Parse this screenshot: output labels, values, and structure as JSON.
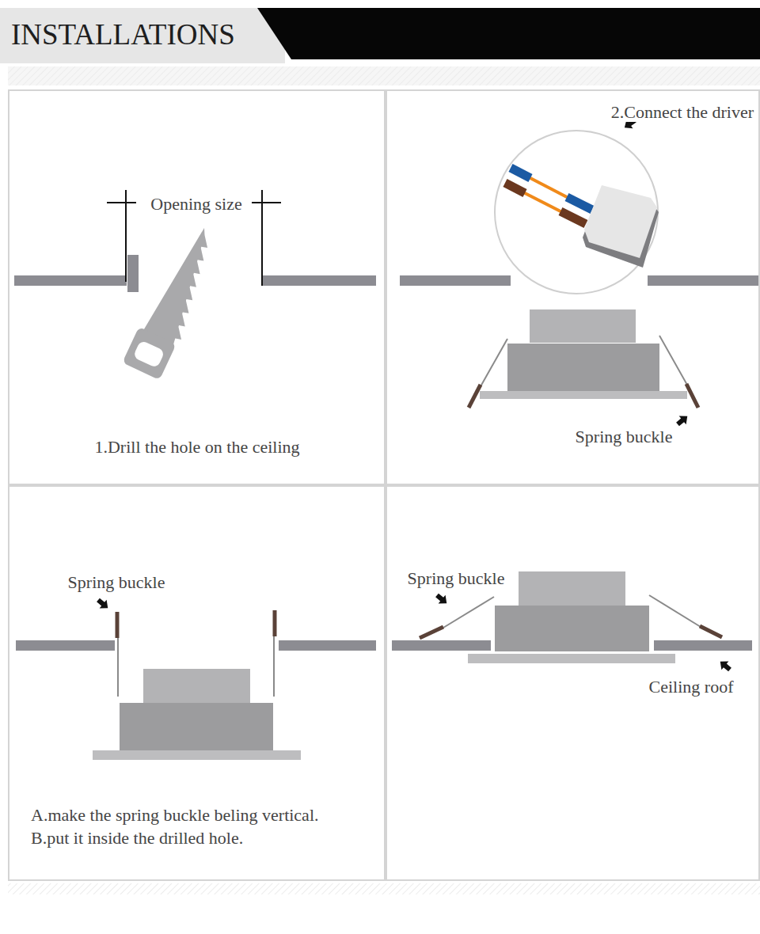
{
  "diagram": {
    "title": "INSTALLATIONS",
    "nodes": [
      {
        "text": [
          "Opening size",
          "1.Drill the hole on the ceiling"
        ]
      },
      {
        "text": [
          "2.Connect the driver",
          "Spring buckle"
        ]
      },
      {
        "text": [
          "Spring buckle",
          "A.make the spring buckle beling vertical.",
          "B.put it inside the drilled hole."
        ]
      },
      {
        "text": [
          "Spring buckle",
          "Ceiling roof"
        ]
      }
    ]
  }
}
